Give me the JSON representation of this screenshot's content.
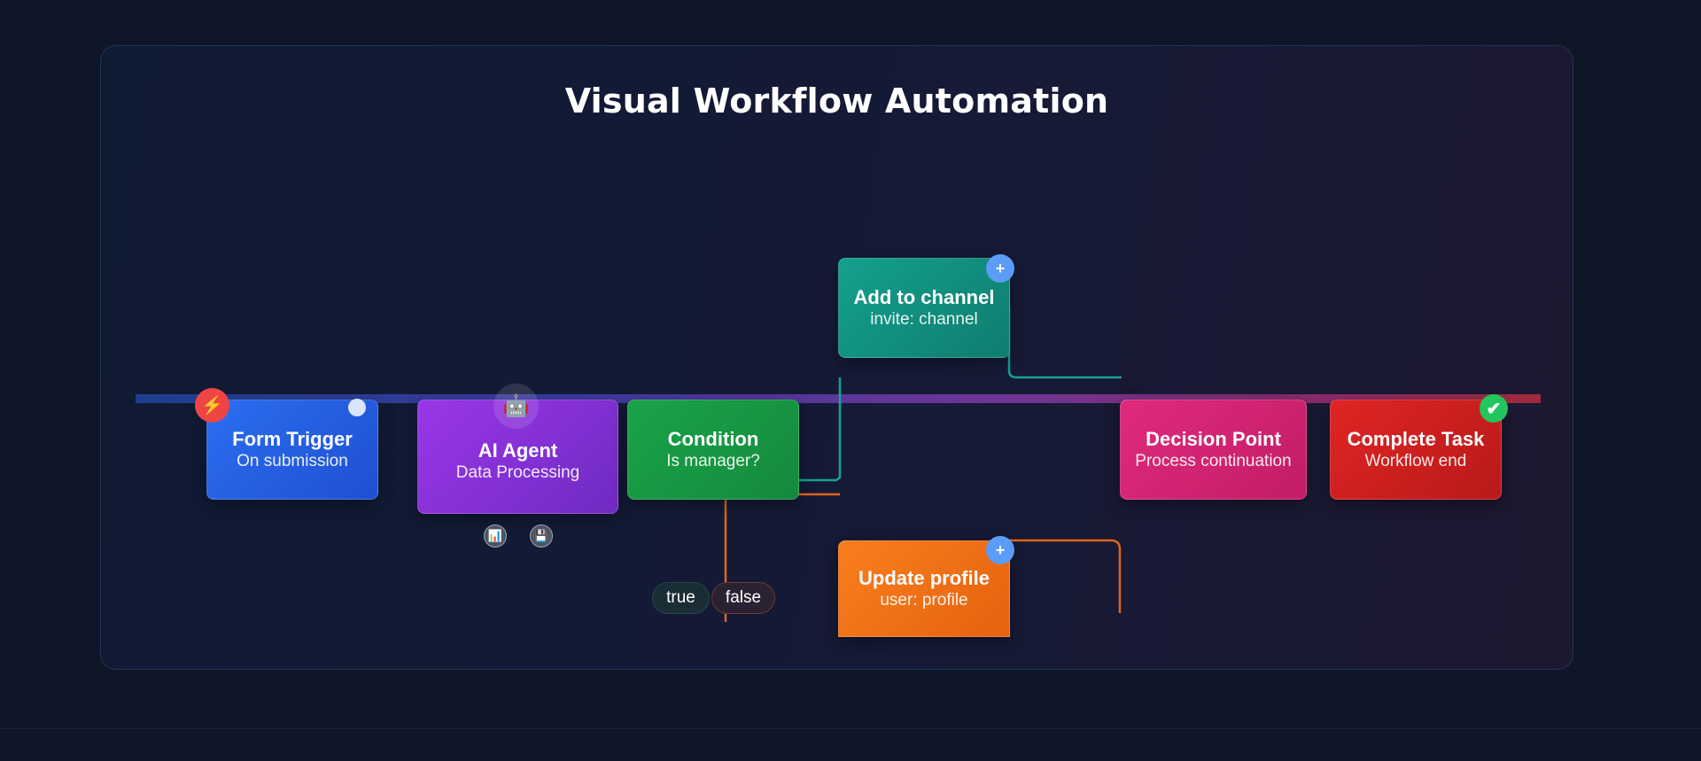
{
  "title": "Visual Workflow Automation",
  "nodes": {
    "form_trigger": {
      "title": "Form Trigger",
      "subtitle": "On submission",
      "color": "#2563eb",
      "icon": "lightning-icon"
    },
    "ai_agent": {
      "title": "AI Agent",
      "subtitle": "Data Processing",
      "color": "#9333ea",
      "icon": "robot-icon"
    },
    "condition": {
      "title": "Condition",
      "subtitle": "Is manager?",
      "color": "#16a34a"
    },
    "add_channel": {
      "title": "Add to channel",
      "subtitle": "invite: channel",
      "color": "#0d9488"
    },
    "update_profile": {
      "title": "Update profile",
      "subtitle": "user: profile",
      "color": "#f97316"
    },
    "decision_point": {
      "title": "Decision Point",
      "subtitle": "Process continuation",
      "color": "#db2777"
    },
    "complete_task": {
      "title": "Complete Task",
      "subtitle": "Workflow end",
      "color": "#dc2626",
      "icon": "check-icon"
    }
  },
  "icons": {
    "bolt": "⚡",
    "robot": "🤖",
    "plus": "+",
    "check": "✔",
    "chart": "📊",
    "save": "💾"
  },
  "branches": {
    "true_label": "true",
    "false_label": "false"
  }
}
